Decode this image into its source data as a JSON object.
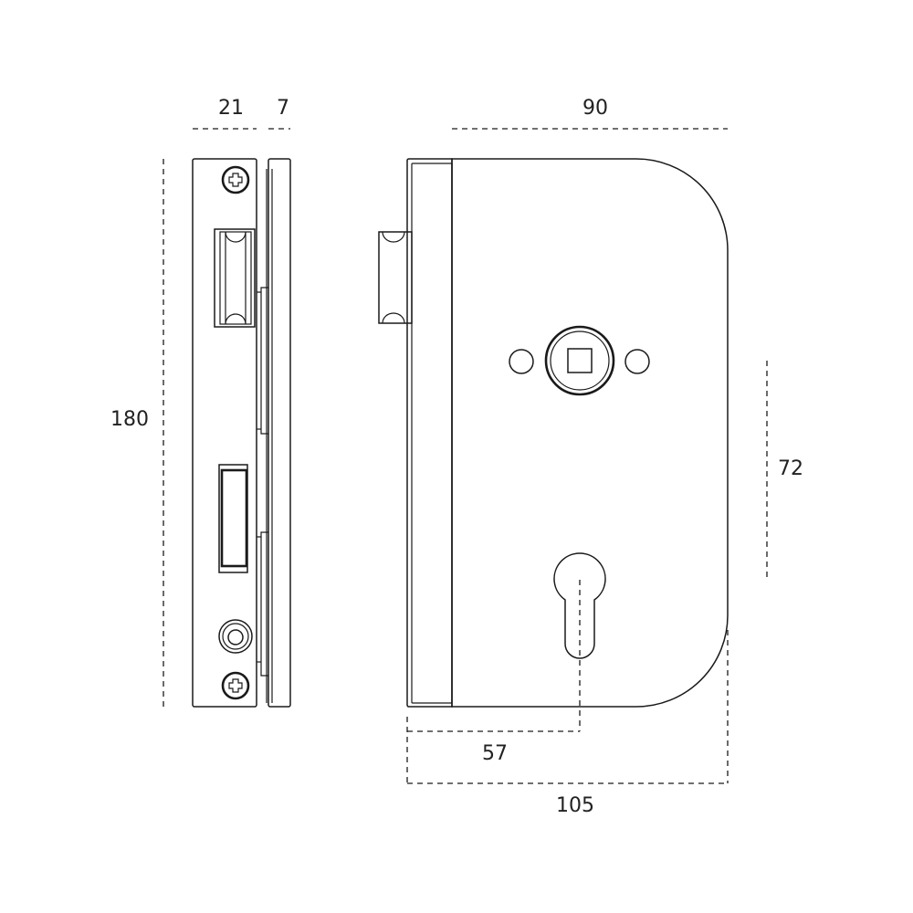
{
  "dimensions": {
    "faceplate_width": "21",
    "forend_thickness": "7",
    "height": "180",
    "case_width": "90",
    "centres": "72",
    "backset": "57",
    "overall_width": "105"
  },
  "colors": {
    "line": "#1a1a1a",
    "text": "#222222",
    "background": "#ffffff"
  }
}
